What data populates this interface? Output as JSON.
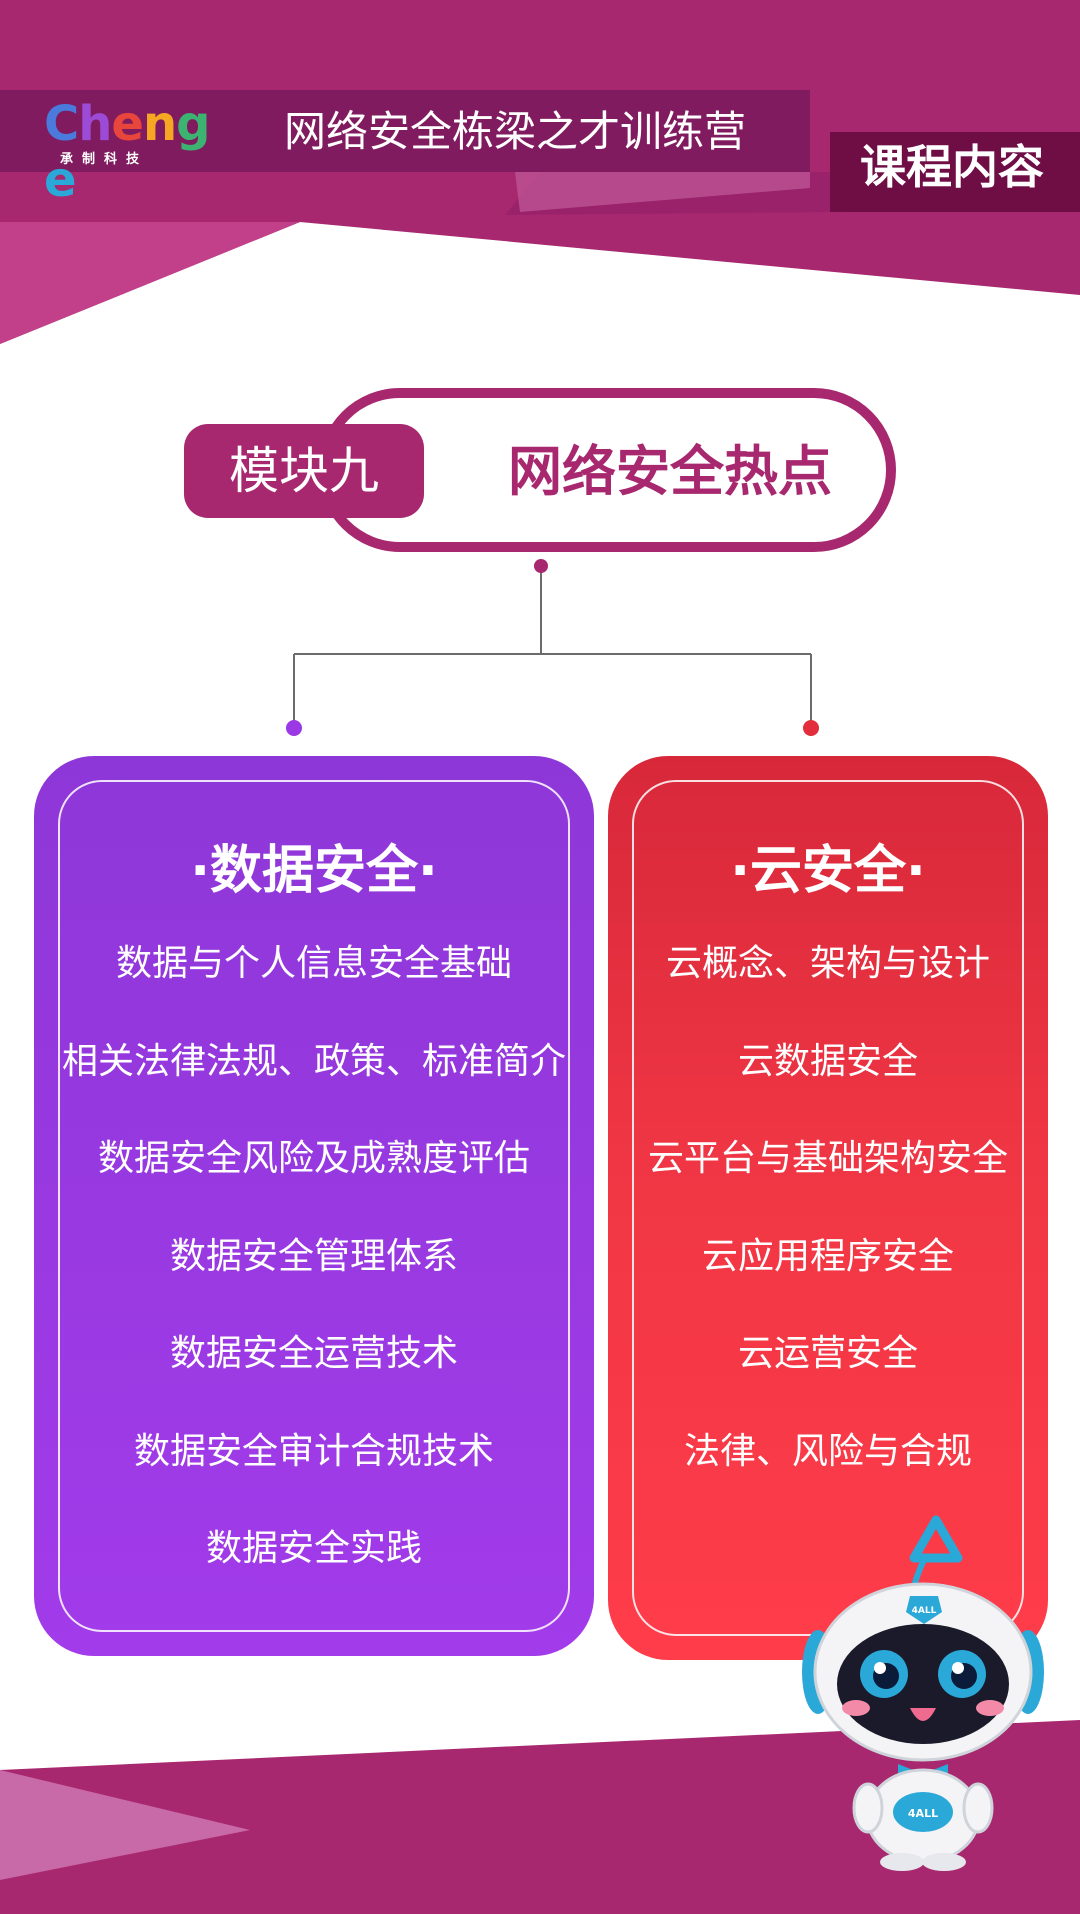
{
  "brand": {
    "logo_letters": [
      "C",
      "h",
      "e",
      "n",
      "g",
      "e"
    ],
    "logo_colors": [
      "#4a7bdc",
      "#9b4bd6",
      "#e8453c",
      "#f5a623",
      "#3cb371",
      "#2aa8d8"
    ],
    "logo_subtitle": "承制科技"
  },
  "header": {
    "camp_title": "网络安全栋梁之才训练营",
    "section_label": "课程内容"
  },
  "module": {
    "tag": "模块九",
    "title": "网络安全热点"
  },
  "cards": {
    "left": {
      "title": "·数据安全·",
      "items": [
        "数据与个人信息安全基础",
        "相关法律法规、政策、标准简介",
        "数据安全风险及成熟度评估",
        "数据安全管理体系",
        "数据安全运营技术",
        "数据安全审计合规技术",
        "数据安全实践"
      ]
    },
    "right": {
      "title": "·云安全·",
      "items": [
        "云概念、架构与设计",
        "云数据安全",
        "云平台与基础架构安全",
        "云应用程序安全",
        "云运营安全",
        "法律、风险与合规"
      ]
    }
  },
  "mascot": {
    "badge_text": "4ALL",
    "belly_text": "4ALL"
  },
  "colors": {
    "magenta": "#a8286f",
    "dark_magenta": "#801b5f",
    "purple_card": "#9b3ae4",
    "red_card": "#f03644"
  }
}
